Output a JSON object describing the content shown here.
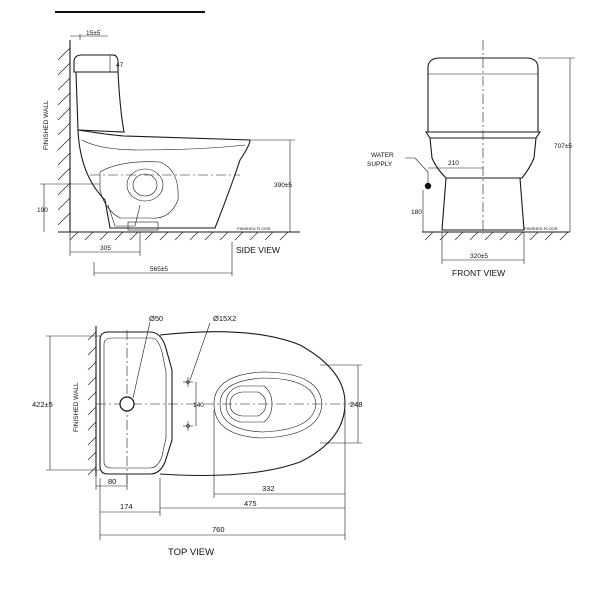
{
  "labels": {
    "finished_wall": "FINISHED WALL",
    "finished_floor": "FINISHED FLOOR",
    "side_view": "SIDE VIEW",
    "front_view": "FRONT VIEW",
    "top_view": "TOP VIEW",
    "water": "WATER",
    "supply": "SUPPLY"
  },
  "dimensions": {
    "side_top_offset": "15±5",
    "side_47": "47",
    "side_190": "190",
    "side_390": "390±5",
    "side_305": "305",
    "side_565": "565±5",
    "front_210": "210",
    "front_180": "180",
    "front_707": "707±5",
    "front_320": "320±5",
    "top_d50": "Ø50",
    "top_d15x2": "Ø15X2",
    "top_422": "422±5",
    "top_140": "140",
    "top_248": "248",
    "top_80": "80",
    "top_332": "332",
    "top_174": "174",
    "top_475": "475",
    "top_760": "760"
  }
}
